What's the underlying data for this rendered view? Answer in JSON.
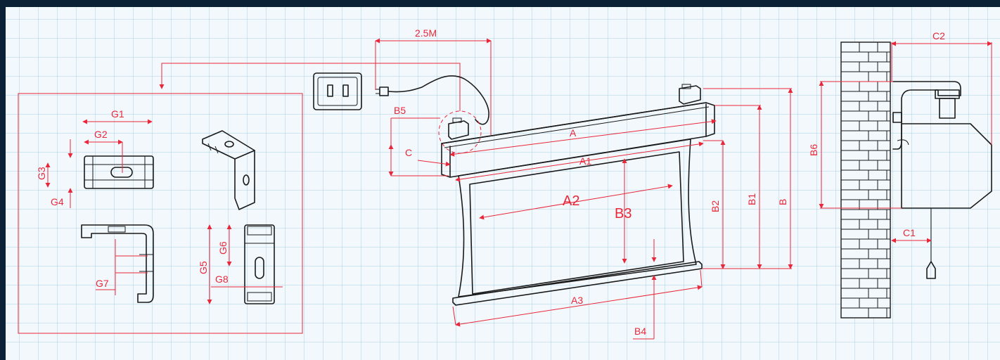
{
  "colors": {
    "frame_bg": "#0c2036",
    "paper": "#f3f8fc",
    "grid": "#a9cfe6",
    "dimension": "#e8283a",
    "ink": "#1a1a1a"
  },
  "labels": {
    "g1": "G1",
    "g2": "G2",
    "g3": "G3",
    "g4": "G4",
    "g5": "G5",
    "g6": "G6",
    "g7": "G7",
    "g8": "G8",
    "cable_length": "2.5M",
    "b5": "B5",
    "c": "C",
    "a": "A",
    "a1": "A1",
    "a2": "A2",
    "a3": "A3",
    "b": "B",
    "b1": "B1",
    "b2": "B2",
    "b3": "B3",
    "b4": "B4",
    "b6": "B6",
    "c1": "C1",
    "c2": "C2"
  },
  "icons": [
    "wall-socket-icon",
    "power-plug-icon",
    "mounting-bracket-icon",
    "brick-wall-icon",
    "pull-cord-icon"
  ]
}
